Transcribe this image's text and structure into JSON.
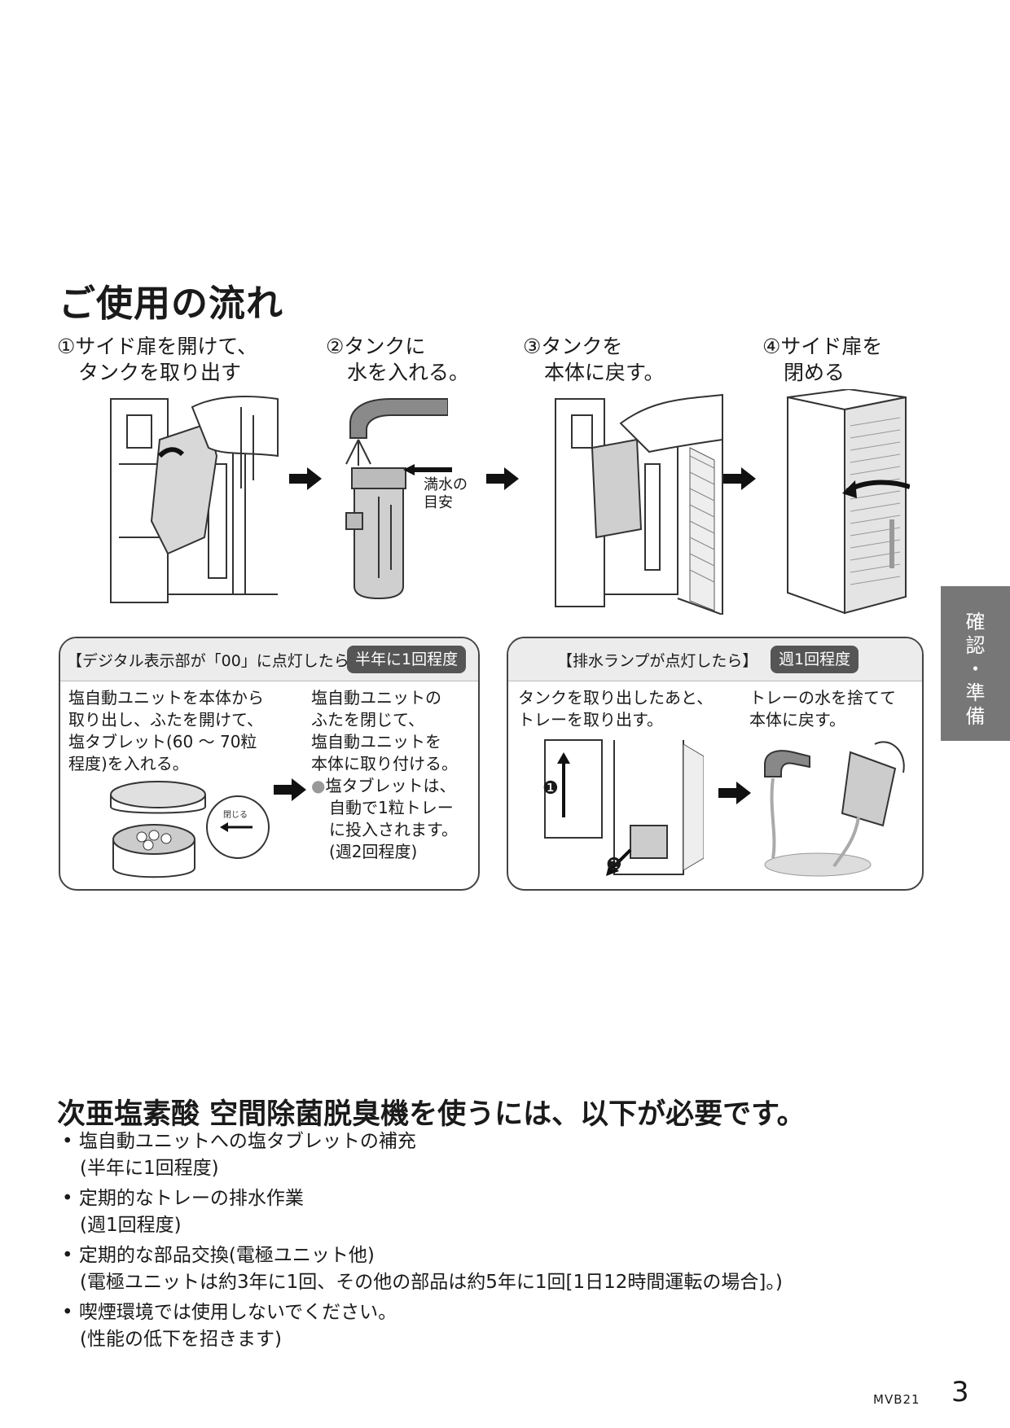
{
  "title": "ご使用の流れ",
  "steps": [
    {
      "line1": "①サイド扉を開けて、",
      "line2": "タンクを取り出す"
    },
    {
      "line1": "②タンクに",
      "line2": "水を入れる。"
    },
    {
      "line1": "③タンクを",
      "line2": "本体に戻す。"
    },
    {
      "line1": "④サイド扉を",
      "line2": "閉める"
    }
  ],
  "water_mark_note": {
    "line1": "満水の",
    "line2": "目安"
  },
  "panel_left": {
    "heading": "【デジタル表示部が「00」に点灯したら】",
    "badge": "半年に1回程度",
    "col1": [
      "塩自動ユニットを本体から",
      "取り出し、ふたを開けて、",
      "塩タブレット(60 ～ 70粒",
      "程度)を入れる。"
    ],
    "col2": [
      "塩自動ユニットの",
      "ふたを閉じて、",
      "塩自動ユニットを",
      "本体に取り付ける。"
    ],
    "bullet": [
      "塩タブレットは、",
      "自動で1粒トレー",
      "に投入されます。",
      "(週2回程度)"
    ],
    "dial_label": "閉じる"
  },
  "panel_right": {
    "heading": "【排水ランプが点灯したら】",
    "badge": "週1回程度",
    "col1": [
      "タンクを取り出したあと、",
      "トレーを取り出す。"
    ],
    "col2": [
      "トレーの水を捨てて",
      "本体に戻す。"
    ],
    "marker1": "❶",
    "marker2": "❷"
  },
  "side_tab": {
    "line1": "確",
    "line2": "認",
    "line3": "・",
    "line4": "準",
    "line5": "備"
  },
  "requirements_title": "次亜塩素酸 空間除菌脱臭機を使うには、以下が必要です。",
  "requirements": [
    {
      "main": "• 塩自動ユニットへの塩タブレットの補充",
      "sub": "(半年に1回程度)"
    },
    {
      "main": "• 定期的なトレーの排水作業",
      "sub": "(週1回程度)"
    },
    {
      "main": "• 定期的な部品交換(電極ユニット他)",
      "sub": "(電極ユニットは約3年に1回、その他の部品は約5年に1回[1日12時間運転の場合]。)"
    },
    {
      "main": "• 喫煙環境では使用しないでください。",
      "sub": "(性能の低下を招きます)"
    }
  ],
  "footer": {
    "model": "MVB21",
    "page": "3"
  }
}
